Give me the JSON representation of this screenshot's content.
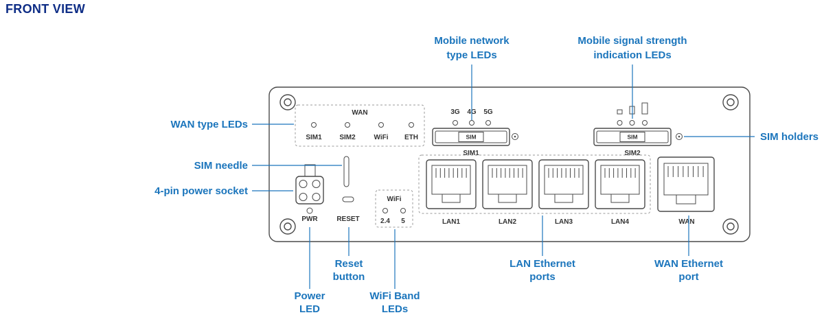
{
  "title": "FRONT VIEW",
  "colors": {
    "title_navy": "#0e2d86",
    "label_blue": "#1b75bc",
    "line_dark": "#4a4a4a",
    "dash_gray": "#9a9a9a",
    "device_text": "#333333"
  },
  "callouts": {
    "mobile_network_leds": {
      "line1": "Mobile network",
      "line2": "type LEDs"
    },
    "signal_strength_leds": {
      "line1": "Mobile signal strength",
      "line2": "indication LEDs"
    },
    "wan_type_leds": {
      "label": "WAN type LEDs"
    },
    "sim_holders": {
      "label": "SIM holders"
    },
    "sim_needle": {
      "label": "SIM needle"
    },
    "power_socket": {
      "label": "4-pin power socket"
    },
    "reset_button": {
      "line1": "Reset",
      "line2": "button"
    },
    "power_led": {
      "line1": "Power",
      "line2": "LED"
    },
    "wifi_band_leds": {
      "line1": "WiFi Band",
      "line2": "LEDs"
    },
    "lan_ports": {
      "line1": "LAN Ethernet",
      "line2": "ports"
    },
    "wan_port": {
      "line1": "WAN Ethernet",
      "line2": "port"
    }
  },
  "device": {
    "wan_led_group": {
      "title": "WAN",
      "leds": [
        "SIM1",
        "SIM2",
        "WiFi",
        "ETH"
      ]
    },
    "network_type_leds": [
      "3G",
      "4G",
      "5G"
    ],
    "sim_slot_1": {
      "slot_text": "SIM",
      "label": "SIM1"
    },
    "sim_slot_2": {
      "slot_text": "SIM",
      "label": "SIM2"
    },
    "power_led_label": "PWR",
    "reset_label": "RESET",
    "wifi_group": {
      "title": "WiFi",
      "bands": [
        "2.4",
        "5"
      ]
    },
    "port_labels": [
      "LAN1",
      "LAN2",
      "LAN3",
      "LAN4",
      "WAN"
    ]
  }
}
